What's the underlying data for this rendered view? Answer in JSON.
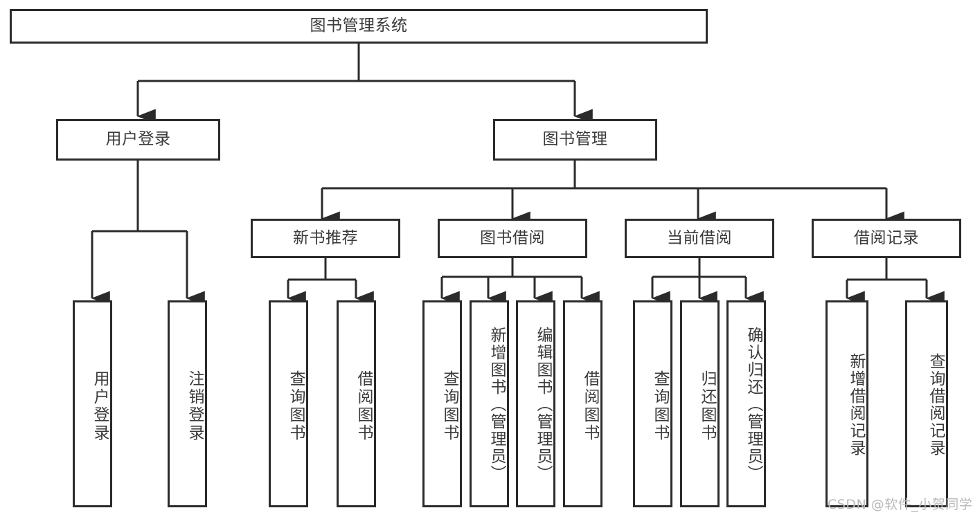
{
  "diagram": {
    "title": "图书管理系统",
    "watermark": "CSDN @软件_小贺同学",
    "colors": {
      "stroke": "#2b2b2b",
      "text": "#3a3a3a",
      "background": "#ffffff",
      "watermark": "#b9b9b9"
    },
    "nodes": {
      "root": {
        "label": "图书管理系统"
      },
      "level1": [
        {
          "id": "user-login",
          "label": "用户登录"
        },
        {
          "id": "book-management",
          "label": "图书管理"
        }
      ],
      "level2": [
        {
          "id": "new-book-recommend",
          "label": "新书推荐"
        },
        {
          "id": "book-borrow",
          "label": "图书借阅"
        },
        {
          "id": "current-borrow",
          "label": "当前借阅"
        },
        {
          "id": "borrow-record",
          "label": "借阅记录"
        }
      ],
      "leaves": {
        "user-login": [
          {
            "id": "leaf-user-login",
            "label": "用户登录"
          },
          {
            "id": "leaf-logout-login",
            "label": "注销登录"
          }
        ],
        "new-book-recommend": [
          {
            "id": "leaf-query-book-1",
            "label": "查询图书"
          },
          {
            "id": "leaf-borrow-book-1",
            "label": "借阅图书"
          }
        ],
        "book-borrow": [
          {
            "id": "leaf-query-book-2",
            "label": "查询图书"
          },
          {
            "id": "leaf-add-book",
            "label": "新增图书（管理员）"
          },
          {
            "id": "leaf-edit-book",
            "label": "编辑图书（管理员）"
          },
          {
            "id": "leaf-borrow-book-2",
            "label": "借阅图书"
          }
        ],
        "current-borrow": [
          {
            "id": "leaf-query-book-3",
            "label": "查询图书"
          },
          {
            "id": "leaf-return-book",
            "label": "归还图书"
          },
          {
            "id": "leaf-confirm-return",
            "label": "确认归还（管理员）"
          }
        ],
        "borrow-record": [
          {
            "id": "leaf-add-record",
            "label": "新增借阅记录"
          },
          {
            "id": "leaf-query-record",
            "label": "查询借阅记录"
          }
        ]
      }
    }
  }
}
